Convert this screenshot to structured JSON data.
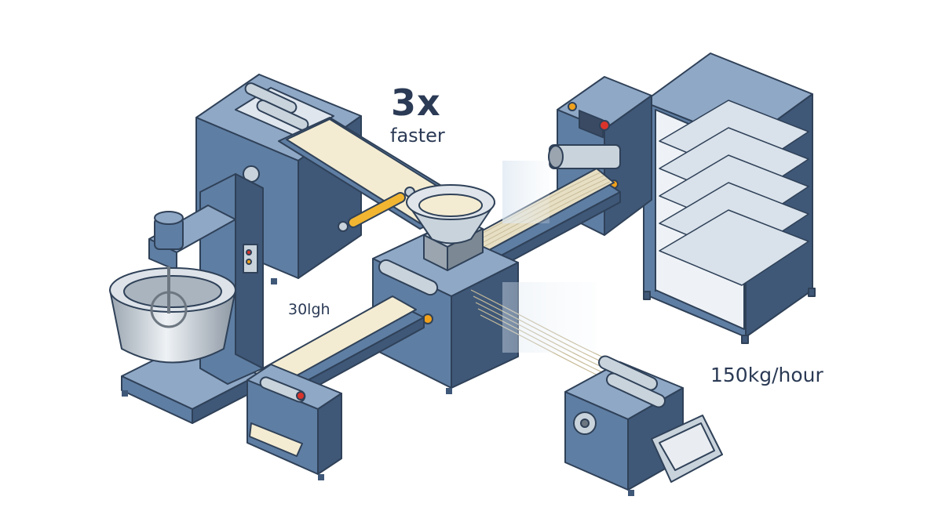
{
  "labels": {
    "speedup": "3x",
    "speedup_caption": "faster",
    "rate_small": "30lgh",
    "rate_large": "150kg/hour"
  },
  "colors": {
    "machine_blue": "#5f7ea3",
    "machine_blue_dark": "#3f5878",
    "machine_blue_light": "#8fa8c6",
    "steel": "#c9d3dc",
    "dough": "#f4ecd2",
    "noodle": "#e7dfc4",
    "rolling_pin": "#f1b531",
    "indicator_red": "#d9342b",
    "indicator_amber": "#f0a11c",
    "screen": "#3a4a63",
    "label_text": "#2b3a55"
  },
  "components": [
    "dough-mixer",
    "sheeter",
    "hopper",
    "cutter",
    "drying-rack",
    "roller-press",
    "conveyor-front",
    "conveyor-rear"
  ]
}
